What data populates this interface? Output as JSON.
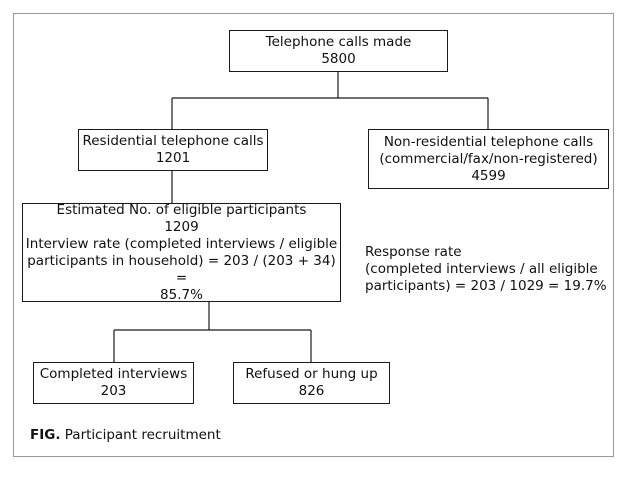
{
  "nodes": {
    "calls_made": {
      "label": "Telephone calls made",
      "value": "5800"
    },
    "residential": {
      "label": "Residential telephone calls",
      "value": "1201"
    },
    "non_residential": {
      "label": "Non-residential telephone calls",
      "detail": "(commercial/fax/non-registered)",
      "value": "4599"
    },
    "eligible": {
      "label": "Estimated No. of eligible participants",
      "value": "1209",
      "rate_lines": [
        "Interview rate (completed interviews / eligible",
        "participants in household) = 203 / (203 + 34) =",
        "85.7%"
      ]
    },
    "completed": {
      "label": "Completed interviews",
      "value": "203"
    },
    "refused": {
      "label": "Refused or hung up",
      "value": "826"
    }
  },
  "response_rate": {
    "lines": [
      "Response rate",
      "(completed interviews / all eligible",
      "participants) = 203 / 1029 = 19.7%"
    ]
  },
  "caption": {
    "prefix": "FIG.",
    "text": "Participant recruitment"
  },
  "colors": {
    "line": "#1a1a1a",
    "frame": "#9a9a9a"
  }
}
